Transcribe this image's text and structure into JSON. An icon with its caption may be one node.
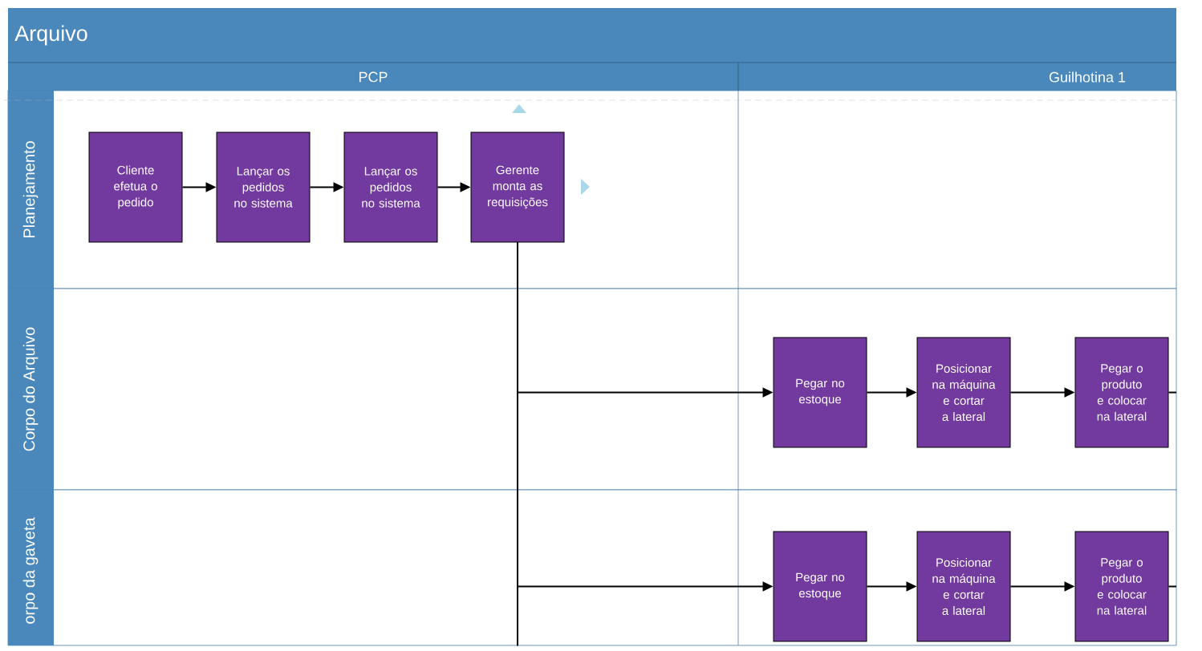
{
  "diagram": {
    "title": "Arquivo",
    "nodes": [
      {
        "text": [
          "Planejamento"
        ]
      },
      {
        "text": [
          "Cliente efetua o pedido"
        ],
        "in": 0
      },
      {
        "text": [
          "Lançar os pedidos no sistema"
        ],
        "in": 0
      },
      {
        "text": [
          "Lançar os pedidos no sistema"
        ],
        "in": 0
      },
      {
        "text": [
          "Gerente monta as requisições"
        ],
        "in": 0
      },
      {
        "text": [
          "Corpo do Arquivo"
        ]
      },
      {
        "text": [
          "Pegar no estoque"
        ],
        "in": 5
      },
      {
        "text": [
          "Posicionar na máquina e cortar a lateral"
        ],
        "in": 5
      },
      {
        "text": [
          "Pegar o produto e colocar na lateral"
        ],
        "in": 5
      },
      {
        "text": [
          "orpo da gaveta"
        ]
      },
      {
        "text": [
          "Pegar no estoque"
        ],
        "in": 9
      },
      {
        "text": [
          "Posicionar na máquina e cortar a lateral"
        ],
        "in": 9
      },
      {
        "text": [
          "Pegar o produto e colocar na lateral"
        ],
        "in": 9
      }
    ],
    "edges": [
      {
        "from": 1,
        "to": 2,
        "arrow": "to"
      },
      {
        "from": 2,
        "to": 3,
        "arrow": "to"
      },
      {
        "from": 3,
        "to": 4,
        "arrow": "to"
      },
      {
        "from": 4,
        "to": 6,
        "arrow": "to"
      },
      {
        "from": 4,
        "to": 10,
        "arrow": "to"
      },
      {
        "from": 4,
        "to": 9,
        "arrow": "none"
      },
      {
        "from": 6,
        "to": 7,
        "arrow": "to"
      },
      {
        "from": 7,
        "to": 8,
        "arrow": "to"
      },
      {
        "from": 8,
        "to": null,
        "arrow": "none"
      },
      {
        "from": 10,
        "to": 11,
        "arrow": "to"
      },
      {
        "from": 11,
        "to": 12,
        "arrow": "to"
      },
      {
        "from": 12,
        "to": null,
        "arrow": "none"
      }
    ],
    "labels": [
      "PCP",
      "Guilhotina 1"
    ]
  }
}
